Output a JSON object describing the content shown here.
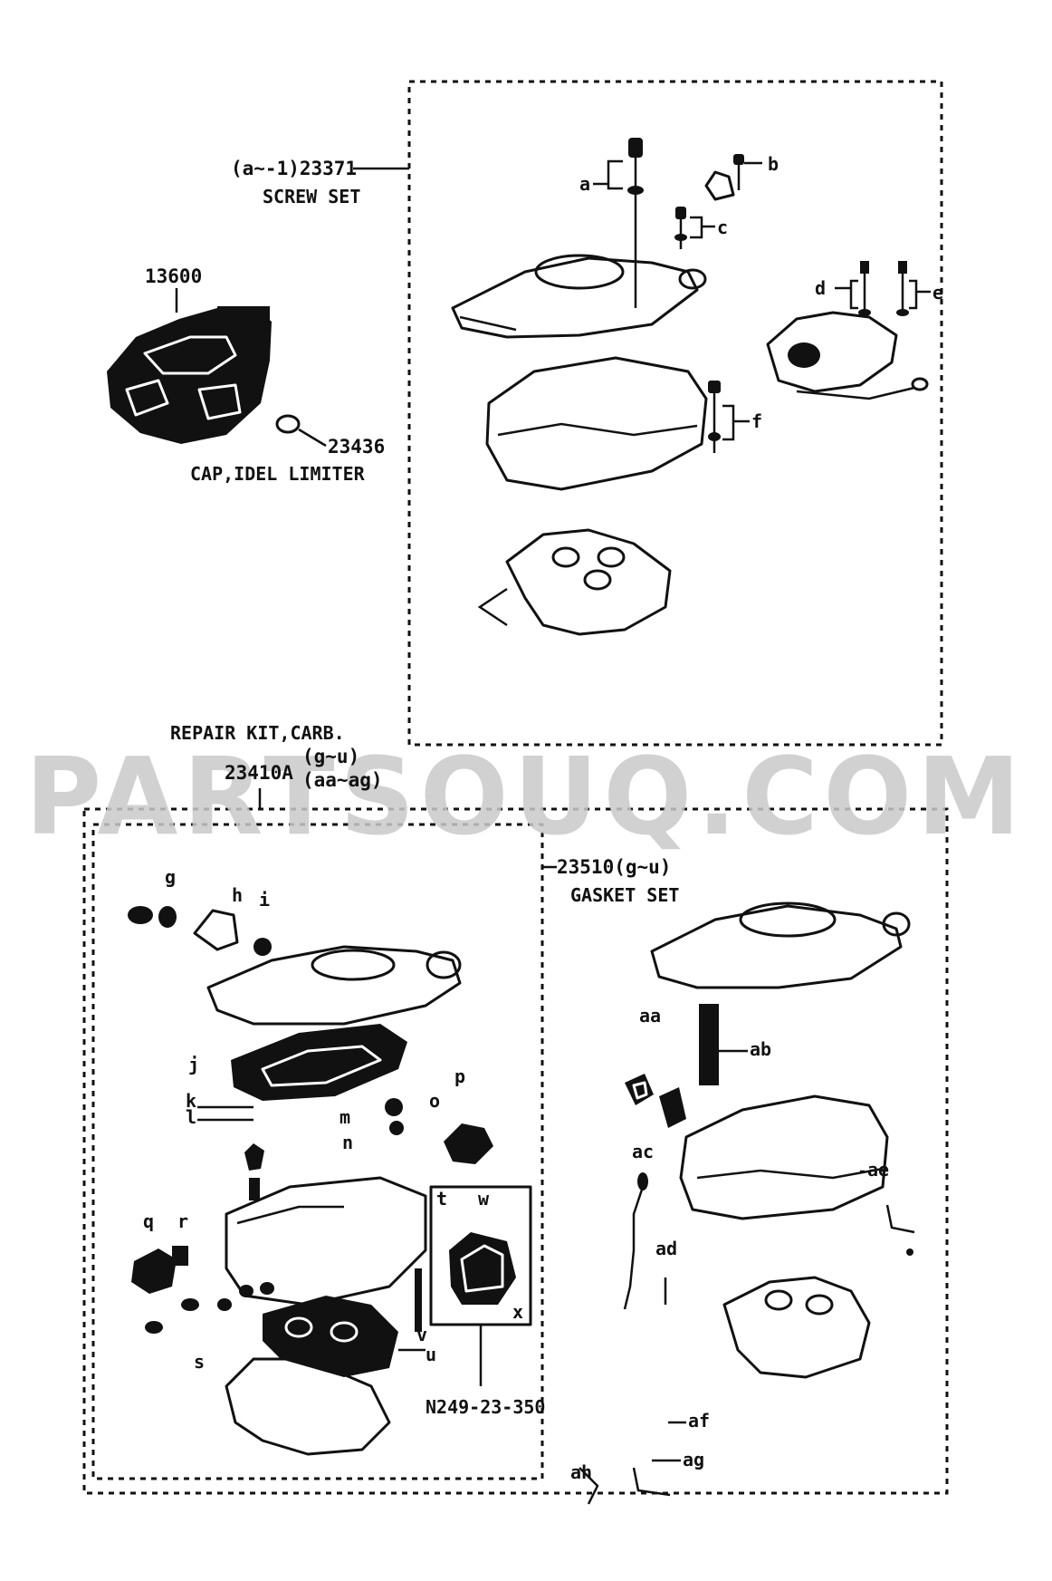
{
  "watermark": "PARTSOUQ.COM",
  "callouts": {
    "screw_set_code": "(a~-1)23371",
    "screw_set_name": "SCREW SET",
    "carb_assy": "13600",
    "cap_code": "23436",
    "cap_name": "CAP,IDEL LIMITER",
    "repair_kit_name": "REPAIR KIT,CARB.",
    "repair_kit_code": "23410A",
    "repair_kit_range1": "(g~u)",
    "repair_kit_range2": "(aa~ag)",
    "gasket_code": "23510(g~u)",
    "gasket_name": "GASKET SET",
    "sub_kit": "N249-23-350"
  },
  "letters": {
    "a": "a",
    "b": "b",
    "c": "c",
    "d": "d",
    "e": "e",
    "f": "f",
    "g": "g",
    "h": "h",
    "i": "i",
    "j": "j",
    "k": "k",
    "l": "l",
    "m": "m",
    "n": "n",
    "o": "o",
    "p": "p",
    "q": "q",
    "r": "r",
    "s": "s",
    "t": "t",
    "u": "u",
    "v": "v",
    "w": "w",
    "x": "x",
    "aa": "aa",
    "ab": "ab",
    "ac": "ac",
    "ad": "ad",
    "ae": "ae",
    "af": "af",
    "ag": "ag",
    "ah": "ah"
  }
}
